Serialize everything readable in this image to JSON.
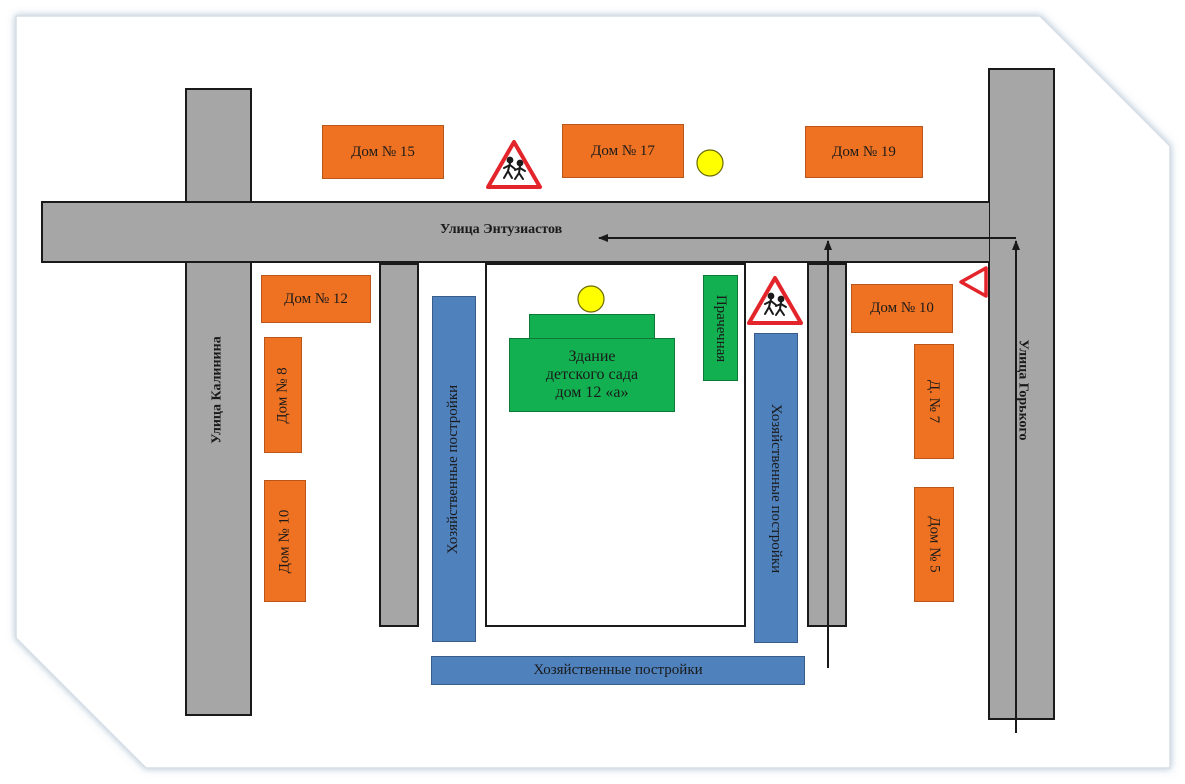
{
  "streets": {
    "kalinina": "Улица Калинина",
    "entuziastov": "Улица Энтузиастов",
    "gorkogo": "Улица Горького"
  },
  "houses": {
    "dom15": "Дом № 15",
    "dom17": "Дом № 17",
    "dom19": "Дом № 19",
    "dom12": "Дом № 12",
    "dom8": "Дом № 8",
    "dom10_left": "Дом № 10",
    "dom10_right": "Дом № 10",
    "d7": "Д. № 7",
    "dom5": "Дом № 5"
  },
  "kindergarten": {
    "line1": "Здание",
    "line2": "детского сада",
    "line3": "дом 12 «а»"
  },
  "laundry": "Прачечная",
  "sheds": {
    "left": "Хозяйственные постройки",
    "right": "Хозяйственные постройки",
    "bottom": "Хозяйственные постройки"
  },
  "icons": {
    "children_sign": "children-crossing-sign-icon",
    "warning_sign": "warning-triangle-icon",
    "marker": "yellow-circle-marker-icon",
    "route_arrow": "route-arrow-icon"
  },
  "colors": {
    "road": "#a6a6a6",
    "house": "#ee7222",
    "shed": "#4f81bd",
    "kindergarten": "#12b050",
    "marker": "#ffff00",
    "sign_border": "#e3242b"
  }
}
